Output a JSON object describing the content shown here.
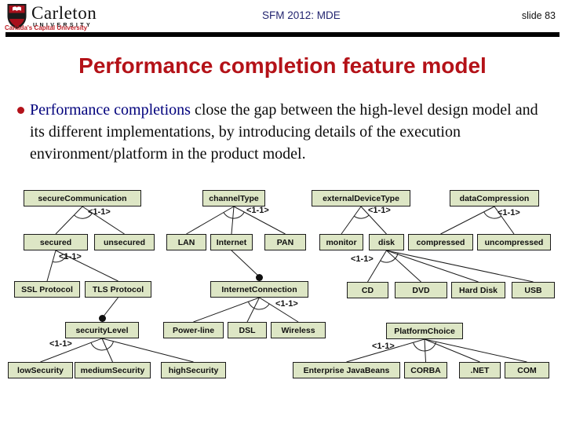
{
  "header": {
    "logo": {
      "wordmark": "Carleton",
      "subtitle": "UNIVERSITY",
      "tagline": "Canada's Capital University"
    },
    "course": "SFM 2012: MDE",
    "slide_number": "slide 83"
  },
  "title": "Performance completion feature model",
  "bullet": {
    "lead": "Performance completions",
    "rest": " close the gap between the high-level design model and its different implementations, by introducing details of the execution environment/platform in the product model."
  },
  "diagram": {
    "xor_label": "<1-1>",
    "nodes": [
      {
        "label": "secureCommunication"
      },
      {
        "label": "channelType"
      },
      {
        "label": "externalDeviceType"
      },
      {
        "label": "dataCompression"
      },
      {
        "label": "secured"
      },
      {
        "label": "unsecured"
      },
      {
        "label": "LAN"
      },
      {
        "label": "Internet"
      },
      {
        "label": "PAN"
      },
      {
        "label": "monitor"
      },
      {
        "label": "disk"
      },
      {
        "label": "compressed"
      },
      {
        "label": "uncompressed"
      },
      {
        "label": "SSL Protocol"
      },
      {
        "label": "TLS Protocol"
      },
      {
        "label": "InternetConnection"
      },
      {
        "label": "CD"
      },
      {
        "label": "DVD"
      },
      {
        "label": "Hard Disk"
      },
      {
        "label": "USB"
      },
      {
        "label": "securityLevel"
      },
      {
        "label": "Power-line"
      },
      {
        "label": "DSL"
      },
      {
        "label": "Wireless"
      },
      {
        "label": "PlatformChoice"
      },
      {
        "label": "lowSecurity"
      },
      {
        "label": "mediumSecurity"
      },
      {
        "label": "highSecurity"
      },
      {
        "label": "Enterprise JavaBeans"
      },
      {
        "label": "CORBA"
      },
      {
        "label": ".NET"
      },
      {
        "label": "COM"
      }
    ],
    "groups": [
      {
        "parent": "secureCommunication",
        "children": [
          "secured",
          "unsecured"
        ],
        "cardinality": "<1-1>"
      },
      {
        "parent": "secured",
        "children": [
          "SSL Protocol",
          "TLS Protocol"
        ],
        "cardinality": "<1-1>"
      },
      {
        "parent": "channelType",
        "children": [
          "LAN",
          "Internet",
          "PAN"
        ],
        "cardinality": "<1-1>"
      },
      {
        "parent": "externalDeviceType",
        "children": [
          "monitor",
          "disk"
        ],
        "cardinality": "<1-1>"
      },
      {
        "parent": "dataCompression",
        "children": [
          "compressed",
          "uncompressed"
        ],
        "cardinality": "<1-1>"
      },
      {
        "parent": "disk",
        "children": [
          "CD",
          "DVD",
          "Hard Disk",
          "USB"
        ],
        "cardinality": "<1-1>"
      },
      {
        "parent": "InternetConnection",
        "children": [
          "Power-line",
          "DSL",
          "Wireless"
        ],
        "cardinality": "<1-1>"
      },
      {
        "parent": "securityLevel",
        "children": [
          "lowSecurity",
          "mediumSecurity",
          "highSecurity"
        ],
        "cardinality": "<1-1>"
      },
      {
        "parent": "PlatformChoice",
        "children": [
          "Enterprise JavaBeans",
          "CORBA",
          ".NET",
          "COM"
        ],
        "cardinality": "<1-1>"
      }
    ],
    "mandatory_links": [
      {
        "from": "TLS Protocol",
        "to": "securityLevel"
      },
      {
        "from": "Internet",
        "to": "InternetConnection"
      }
    ]
  },
  "colors": {
    "accent_red": "#b41218",
    "navy": "#00007c",
    "box_fill": "#dde6c5",
    "bar_black": "#000000"
  }
}
